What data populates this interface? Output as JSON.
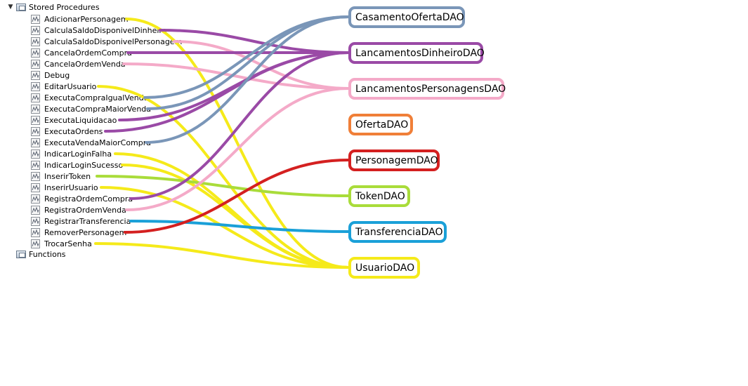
{
  "tree": {
    "stored_procedures_label": "Stored Procedures",
    "functions_label": "Functions",
    "procedures": [
      "AdicionarPersonagem",
      "CalculaSaldoDisponivelDinheiro",
      "CalculaSaldoDisponivelPersonagem",
      "CancelaOrdemCompra",
      "CancelaOrdemVenda",
      "Debug",
      "EditarUsuario",
      "ExecutaCompraIgualVenda",
      "ExecutaCompraMaiorVenda",
      "ExecutaLiquidacao",
      "ExecutaOrdens",
      "ExecutaVendaMaiorCompra",
      "IndicarLoginFalha",
      "IndicarLoginSucesso",
      "InserirToken",
      "InserirUsuario",
      "RegistraOrdemCompra",
      "RegistraOrdemVenda",
      "RegistrarTransferencia",
      "RemoverPersonagem",
      "TrocarSenha"
    ]
  },
  "daos": [
    {
      "id": "casamento",
      "label": "CasamentoOfertaDAO",
      "color": "#7a96b8"
    },
    {
      "id": "dinheiro",
      "label": "LancamentosDinheiroDAO",
      "color": "#9a4aa6"
    },
    {
      "id": "personagens",
      "label": "LancamentosPersonagensDAO",
      "color": "#f4aac8"
    },
    {
      "id": "oferta",
      "label": "OfertaDAO",
      "color": "#f07f38"
    },
    {
      "id": "personagem",
      "label": "PersonagemDAO",
      "color": "#d42020"
    },
    {
      "id": "token",
      "label": "TokenDAO",
      "color": "#a9dc3a"
    },
    {
      "id": "transferencia",
      "label": "TransferenciaDAO",
      "color": "#1aa0d8"
    },
    {
      "id": "usuario",
      "label": "UsuarioDAO",
      "color": "#f5ea1a"
    }
  ],
  "connections": [
    {
      "from": "AdicionarPersonagem",
      "to": "usuario"
    },
    {
      "from": "CalculaSaldoDisponivelDinheiro",
      "to": "dinheiro"
    },
    {
      "from": "CalculaSaldoDisponivelPersonagem",
      "to": "personagens"
    },
    {
      "from": "CancelaOrdemCompra",
      "to": "dinheiro"
    },
    {
      "from": "CancelaOrdemVenda",
      "to": "personagens"
    },
    {
      "from": "EditarUsuario",
      "to": "usuario"
    },
    {
      "from": "ExecutaCompraIgualVenda",
      "to": "casamento"
    },
    {
      "from": "ExecutaCompraMaiorVenda",
      "to": "casamento"
    },
    {
      "from": "ExecutaLiquidacao",
      "to": "dinheiro"
    },
    {
      "from": "ExecutaOrdens",
      "to": "dinheiro"
    },
    {
      "from": "ExecutaVendaMaiorCompra",
      "to": "casamento"
    },
    {
      "from": "IndicarLoginFalha",
      "to": "usuario"
    },
    {
      "from": "IndicarLoginSucesso",
      "to": "usuario"
    },
    {
      "from": "InserirToken",
      "to": "token"
    },
    {
      "from": "InserirUsuario",
      "to": "usuario"
    },
    {
      "from": "RegistraOrdemCompra",
      "to": "dinheiro"
    },
    {
      "from": "RegistraOrdemVenda",
      "to": "personagens"
    },
    {
      "from": "RegistrarTransferencia",
      "to": "transferencia"
    },
    {
      "from": "RemoverPersonagem",
      "to": "personagem"
    },
    {
      "from": "TrocarSenha",
      "to": "usuario"
    }
  ]
}
